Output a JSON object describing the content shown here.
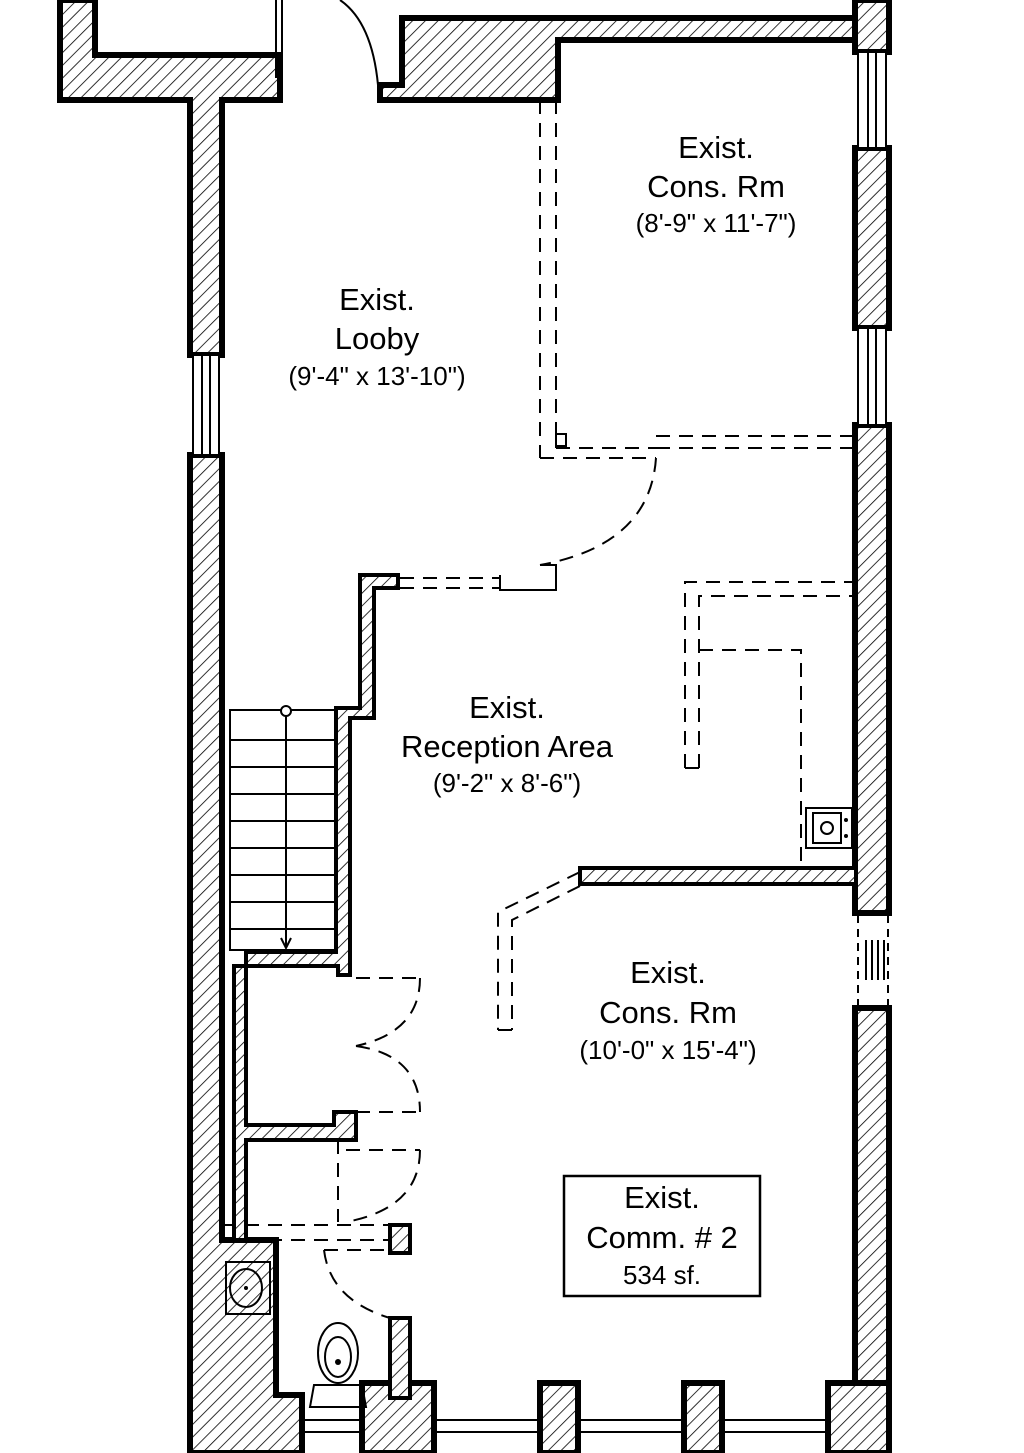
{
  "rooms": {
    "cons_top": {
      "line1": "Exist.",
      "line2": "Cons. Rm",
      "dims": "(8'-9\" x 11'-7\")"
    },
    "lobby": {
      "line1": "Exist.",
      "line2": "Looby",
      "dims": "(9'-4\" x 13'-10\")"
    },
    "reception": {
      "line1": "Exist.",
      "line2": "Reception Area",
      "dims": "(9'-2\" x 8'-6\")"
    },
    "cons_bottom": {
      "line1": "Exist.",
      "line2": "Cons. Rm",
      "dims": "(10'-0\" x 15'-4\")"
    }
  },
  "summary": {
    "line1": "Exist.",
    "line2": "Comm. # 2",
    "area": "534 sf."
  }
}
